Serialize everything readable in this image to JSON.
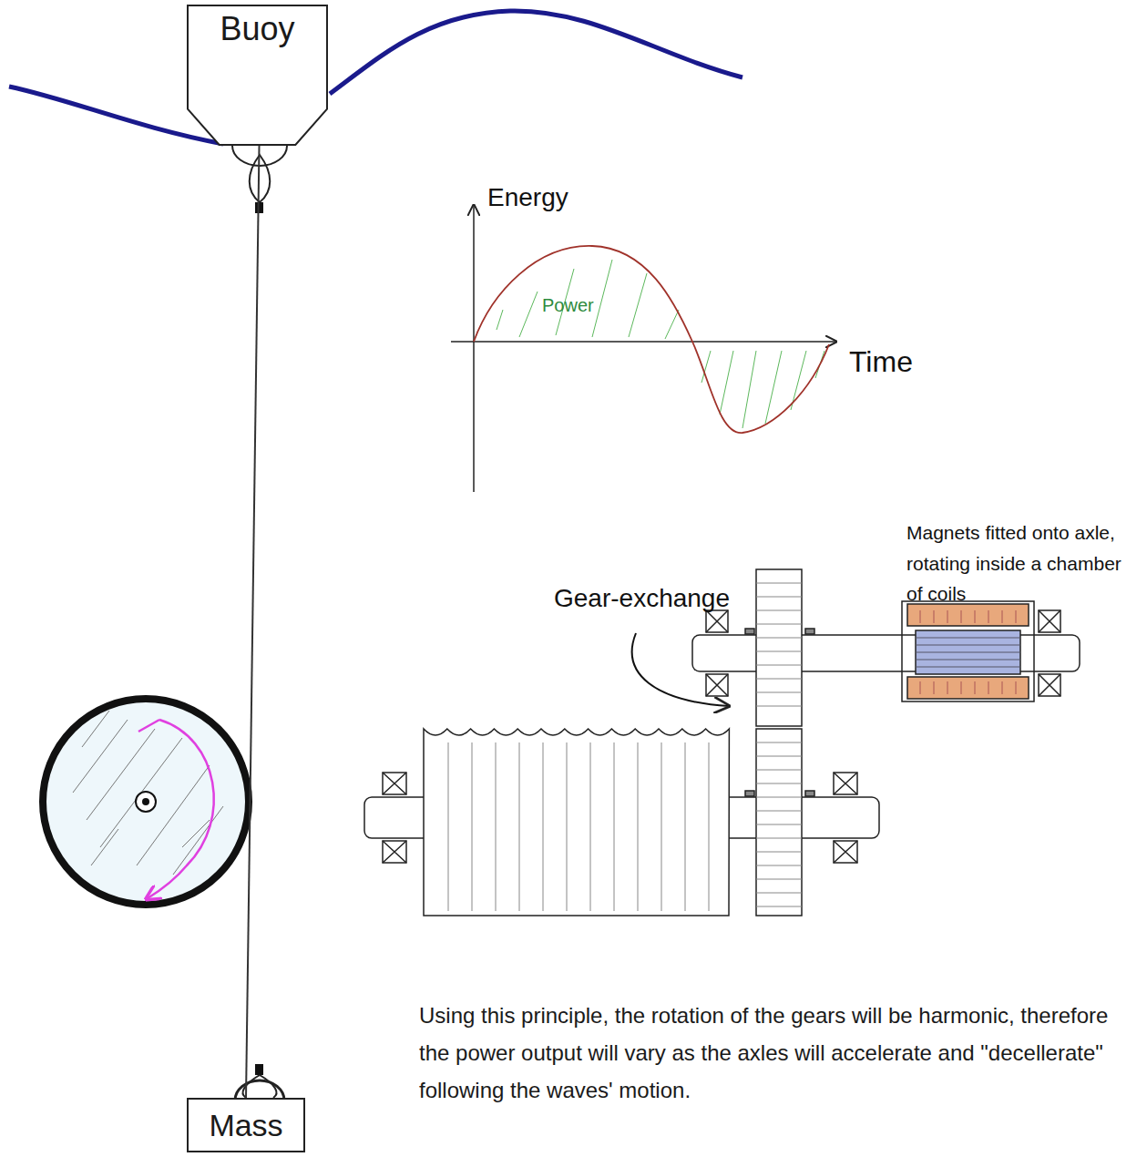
{
  "diagram": {
    "caption": "Using this principle, the rotation of the gears will be harmonic, therefore the power output will vary as the axles will accelerate and \"decellerate\" following the waves' motion.",
    "nodes": [
      {
        "text": [
          "Buoy"
        ]
      },
      {
        "text": [
          "Mass"
        ]
      }
    ],
    "edges": [
      {
        "from": 0,
        "to": 1,
        "arrow": "none"
      }
    ],
    "labels": [
      "Energy",
      "Power",
      "Time",
      "Magnets fitted onto axle, rotating inside a chamber of coils",
      "Gear-exchange"
    ]
  }
}
